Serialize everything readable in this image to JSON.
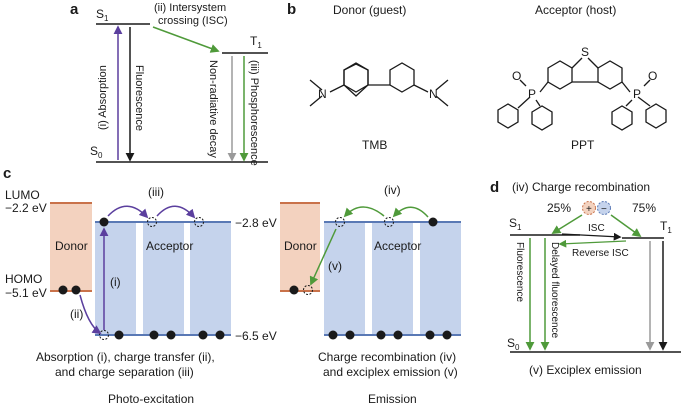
{
  "colors": {
    "purple": "#5b3f9e",
    "green": "#4f9a3a",
    "grey_arrow": "#9a9a9a",
    "donor_fill": "#f3d2bf",
    "donor_edge": "#c9724a",
    "acceptor_fill": "#c5d3ec",
    "acceptor_edge": "#5a79b5",
    "ink": "#1a1a1a"
  },
  "panel_a": {
    "letter": "a",
    "s1": "S",
    "s1_sub": "1",
    "s0": "S",
    "s0_sub": "0",
    "t1": "T",
    "t1_sub": "1",
    "isc_line1": "(ii) Intersystem",
    "isc_line2": "crossing (ISC)",
    "absorption": "(i) Absorption",
    "fluorescence": "Fluorescence",
    "nonradiative": "Non-radiative decay",
    "phosphorescence": "(iii) Phosphorescence"
  },
  "panel_b": {
    "letter": "b",
    "donor_title": "Donor (guest)",
    "acceptor_title": "Acceptor (host)",
    "donor_name": "TMB",
    "acceptor_name": "PPT",
    "atom_n": "N",
    "atom_s": "S",
    "atom_p": "P",
    "atom_o": "O"
  },
  "panel_c": {
    "letter": "c",
    "lumo_label": "LUMO",
    "lumo_value": "−2.2 eV",
    "homo_label": "HOMO",
    "homo_value": "−5.1 eV",
    "acceptor_lumo": "−2.8 eV",
    "acceptor_homo": "−6.5 eV",
    "donor_text": "Donor",
    "acceptor_text": "Acceptor",
    "step_i": "(i)",
    "step_ii": "(ii)",
    "step_iii": "(iii)",
    "step_iv": "(iv)",
    "step_v": "(v)",
    "caption_left_1": "Absorption (i), charge transfer (ii),",
    "caption_left_2": "and charge separation (iii)",
    "caption_mid_1": "Charge recombination (iv)",
    "caption_mid_2": "and exciplex emission (v)",
    "footer_left": "Photo-excitation",
    "footer_mid": "Emission"
  },
  "panel_d": {
    "letter": "d",
    "title": "(iv) Charge recombination",
    "pct_singlet": "25%",
    "pct_triplet": "75%",
    "plus": "+",
    "minus": "−",
    "s1": "S",
    "s1_sub": "1",
    "t1": "T",
    "t1_sub": "1",
    "s0": "S",
    "s0_sub": "0",
    "isc": "ISC",
    "reverse_isc": "Reverse ISC",
    "fluorescence": "Fluorescence",
    "delayed_fluorescence": "Delayed fluorescence",
    "footer": "(v) Exciplex emission"
  }
}
